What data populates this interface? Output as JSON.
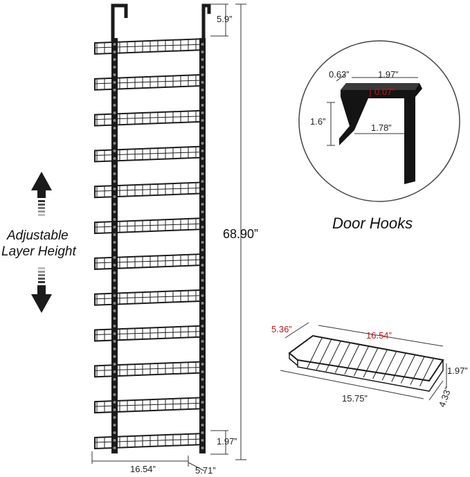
{
  "rack": {
    "top_hook_height": "5.9”",
    "total_height": "68.90”",
    "bottom_gap": "1.97”",
    "width": "16.54”",
    "depth": "5.71”",
    "basket_count": 12
  },
  "adjust": {
    "line1": "Adjustable",
    "line2": "Layer Height"
  },
  "hook": {
    "title": "Door Hooks",
    "thickness": "0.63”",
    "top_width": "1.97”",
    "gap": "0.07”",
    "height": "1.6”",
    "inner_width": "1.78”"
  },
  "basket": {
    "depth": "5.36”",
    "top_length": "16.54”",
    "height": "1.97”",
    "bottom_length": "15.75”",
    "bottom_depth": "4.33”"
  },
  "colors": {
    "metal": "#1b1b1b",
    "accent_red": "#c01818"
  }
}
